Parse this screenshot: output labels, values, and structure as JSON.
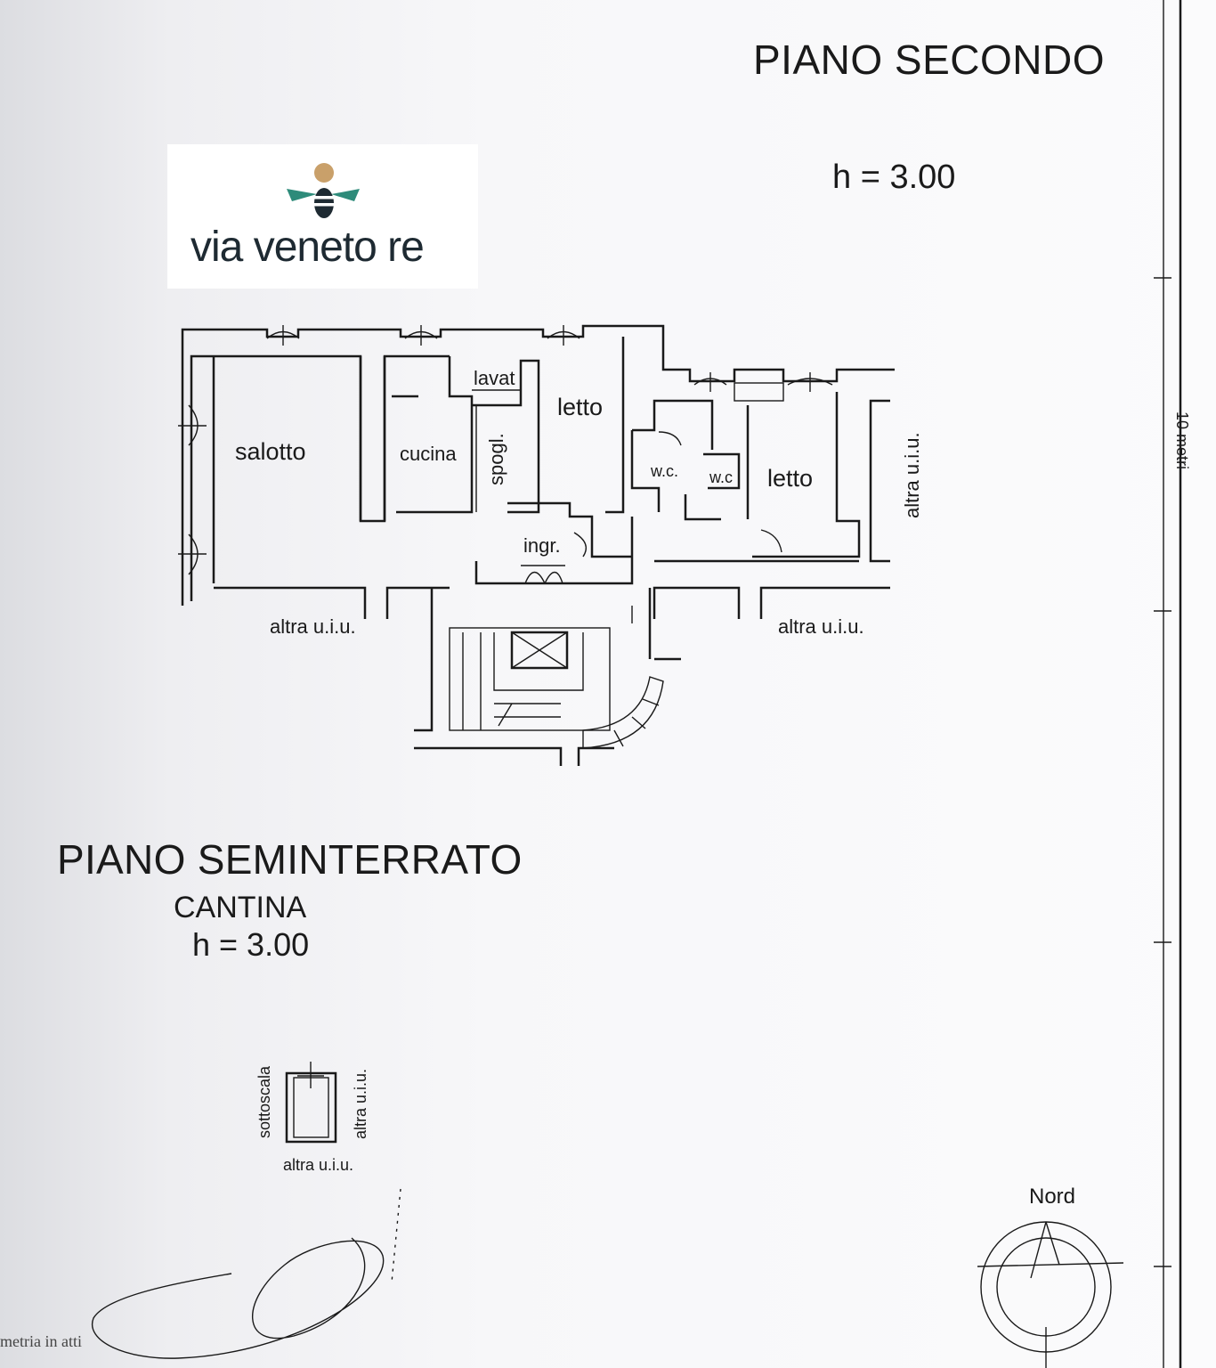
{
  "headings": {
    "second_floor": "PIANO SECONDO",
    "second_floor_height": "h = 3.00",
    "basement_floor": "PIANO SEMINTERRATO",
    "basement_room": "CANTINA",
    "basement_height": "h = 3.00"
  },
  "logo": {
    "text": "VIA VENETO RE",
    "icon": "bee-icon"
  },
  "rooms": {
    "salotto": "salotto",
    "cucina": "cucina",
    "lavat": "lavat",
    "spogl": "spogl.",
    "letto_1": "letto",
    "wc_1": "w.c.",
    "wc_2": "w.c",
    "letto_2": "letto",
    "ingr": "ingr."
  },
  "neighbors": {
    "left": "altra u.i.u.",
    "middle": "altra u.i.u.",
    "right_vertical": "altra u.i.u."
  },
  "basement_labels": {
    "sottoscala": "sottoscala",
    "altra_right": "altra u.i.u.",
    "altra_bottom": "altra u.i.u."
  },
  "scale": {
    "label": "10 metri"
  },
  "compass": {
    "label": "Nord"
  },
  "archive_note": "metria in atti",
  "colors": {
    "ink": "#1a1a1a",
    "paper": "#f7f7f9",
    "bee_wing": "#2e8b7a",
    "bee_head": "#c9a06a"
  }
}
